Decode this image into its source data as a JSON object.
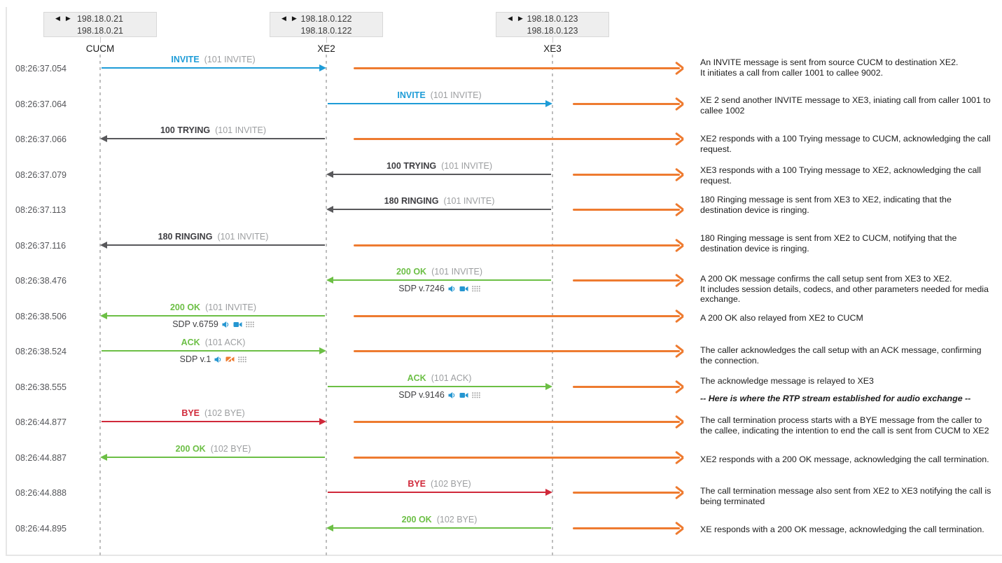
{
  "colors": {
    "blue": "#1e9cd7",
    "green": "#6cbf45",
    "red": "#d0293a",
    "orange": "#ee7b30",
    "gray_arrow": "#58585b",
    "muted_text": "#9c9ea0",
    "timestamp_text": "#55565a",
    "annotation_text": "#1c1c1c",
    "lifeline": "#bdbdbd",
    "node_box_bg": "#eeeeee",
    "node_box_border": "#d8d8d8"
  },
  "nodes": [
    {
      "label": "CUCM",
      "ip_line1": "198.18.0.21",
      "ip_line2": "198.18.0.21",
      "nav_prev": "◀",
      "nav_next": "▶"
    },
    {
      "label": "XE2",
      "ip_line1": "198.18.0.122",
      "ip_line2": "198.18.0.122",
      "nav_prev": "◀",
      "nav_next": "▶"
    },
    {
      "label": "XE3",
      "ip_line1": "198.18.0.123",
      "ip_line2": "198.18.0.123",
      "nav_prev": "◀",
      "nav_next": "▶"
    }
  ],
  "messages": [
    {
      "timestamp": "08:26:37.054",
      "label": "INVITE",
      "detail": "(101 INVITE)",
      "from": "CUCM",
      "to": "XE2",
      "color": "blue",
      "annotation": "An INVITE message is sent from source CUCM to destination XE2.\nIt initiates a call from caller 1001 to callee 9002."
    },
    {
      "timestamp": "08:26:37.064",
      "label": "INVITE",
      "detail": "(101 INVITE)",
      "from": "XE2",
      "to": "XE3",
      "color": "blue",
      "annotation": "XE 2 send another INVITE message to XE3, iniating call from caller 1001 to\ncallee 1002"
    },
    {
      "timestamp": "08:26:37.066",
      "label": "100 TRYING",
      "detail": "(101 INVITE)",
      "from": "XE2",
      "to": "CUCM",
      "color": "gray",
      "annotation": "XE2 responds with a 100 Trying message to CUCM, acknowledging the call\nrequest."
    },
    {
      "timestamp": "08:26:37.079",
      "label": "100 TRYING",
      "detail": "(101 INVITE)",
      "from": "XE3",
      "to": "XE2",
      "color": "gray",
      "annotation": "XE3 responds with a 100 Trying message to XE2, acknowledging the call\nrequest."
    },
    {
      "timestamp": "08:26:37.113",
      "label": "180 RINGING",
      "detail": "(101 INVITE)",
      "from": "XE3",
      "to": "XE2",
      "color": "gray",
      "annotation": "180 Ringing message is sent from XE3 to XE2, indicating that the\ndestination device is ringing."
    },
    {
      "timestamp": "08:26:37.116",
      "label": "180 RINGING",
      "detail": "(101 INVITE)",
      "from": "XE2",
      "to": "CUCM",
      "color": "gray",
      "annotation": "180 Ringing message is sent from XE2 to CUCM, notifying that the\ndestination device is ringing."
    },
    {
      "timestamp": "08:26:38.476",
      "label": "200 OK",
      "detail": "(101 INVITE)",
      "from": "XE3",
      "to": "XE2",
      "color": "green",
      "sdp": {
        "label": "SDP v.7246",
        "icons": [
          "speaker-icon",
          "video-camera-icon",
          "dots-grid-icon"
        ]
      },
      "annotation": "A 200 OK message confirms the call setup sent from XE3 to XE2.\nIt includes session details, codecs, and other parameters needed for media\nexchange."
    },
    {
      "timestamp": "08:26:38.506",
      "label": "200 OK",
      "detail": "(101 INVITE)",
      "from": "XE2",
      "to": "CUCM",
      "color": "green",
      "sdp": {
        "label": "SDP v.6759",
        "icons": [
          "speaker-icon",
          "video-camera-icon",
          "dots-grid-icon"
        ]
      },
      "annotation": "A 200 OK also relayed from XE2 to CUCM"
    },
    {
      "timestamp": "08:26:38.524",
      "label": "ACK",
      "detail": "(101 ACK)",
      "from": "CUCM",
      "to": "XE2",
      "color": "green",
      "sdp": {
        "label": "SDP v.1",
        "icons": [
          "speaker-icon",
          "video-camera-off-icon",
          "dots-grid-icon"
        ]
      },
      "annotation": "The caller acknowledges the call setup with an ACK message, confirming\nthe connection."
    },
    {
      "timestamp": "08:26:38.555",
      "label": "ACK",
      "detail": "(101 ACK)",
      "from": "XE2",
      "to": "XE3",
      "color": "green",
      "sdp": {
        "label": "SDP v.9146",
        "icons": [
          "speaker-icon",
          "video-camera-icon",
          "dots-grid-icon"
        ]
      },
      "annotation": "The acknowledge message is relayed to XE3"
    },
    {
      "timestamp": "08:26:44.877",
      "label": "BYE",
      "detail": "(102 BYE)",
      "from": "CUCM",
      "to": "XE2",
      "color": "red",
      "annotation": "The call termination process starts with a BYE message from the caller to\nthe callee, indicating the intention to end the call is sent from CUCM to XE2"
    },
    {
      "timestamp": "08:26:44.887",
      "label": "200 OK",
      "detail": "(102 BYE)",
      "from": "XE2",
      "to": "CUCM",
      "color": "green",
      "annotation": "XE2 responds with a 200 OK message, acknowledging the call termination."
    },
    {
      "timestamp": "08:26:44.888",
      "label": "BYE",
      "detail": "(102 BYE)",
      "from": "XE2",
      "to": "XE3",
      "color": "red",
      "annotation": "The call termination message also sent from XE2 to XE3 notifying the call is\nbeing terminated"
    },
    {
      "timestamp": "08:26:44.895",
      "label": "200 OK",
      "detail": "(102 BYE)",
      "from": "XE3",
      "to": "XE2",
      "color": "green",
      "annotation": "XE responds with a 200 OK message, acknowledging the call termination."
    }
  ],
  "rtp_note": "-- Here is where the RTP stream established for audio exchange --"
}
